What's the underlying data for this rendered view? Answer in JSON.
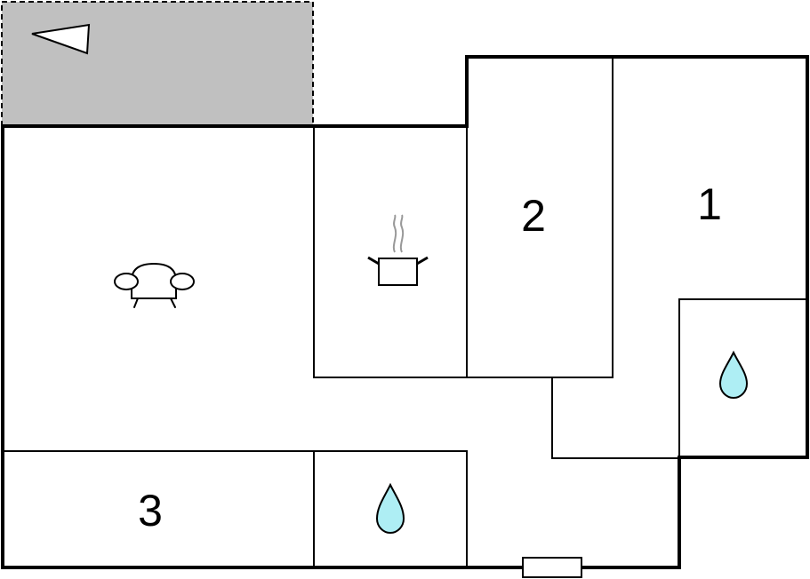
{
  "colors": {
    "background": "#ffffff",
    "wall": "#000000",
    "terrace_fill": "#c0c0c0",
    "water_drop": "#aeeef4"
  },
  "rooms": {
    "bedroom_1": {
      "label": "1"
    },
    "bedroom_2": {
      "label": "2"
    },
    "bedroom_3": {
      "label": "3"
    }
  },
  "icons": {
    "living_room": "sofa-icon",
    "kitchen": "cooking-pot-icon",
    "bathroom_right": "water-drop-icon",
    "bathroom_bottom": "water-drop-icon",
    "terrace": "compass-arrow-icon",
    "entrance": "entrance-door-icon"
  }
}
